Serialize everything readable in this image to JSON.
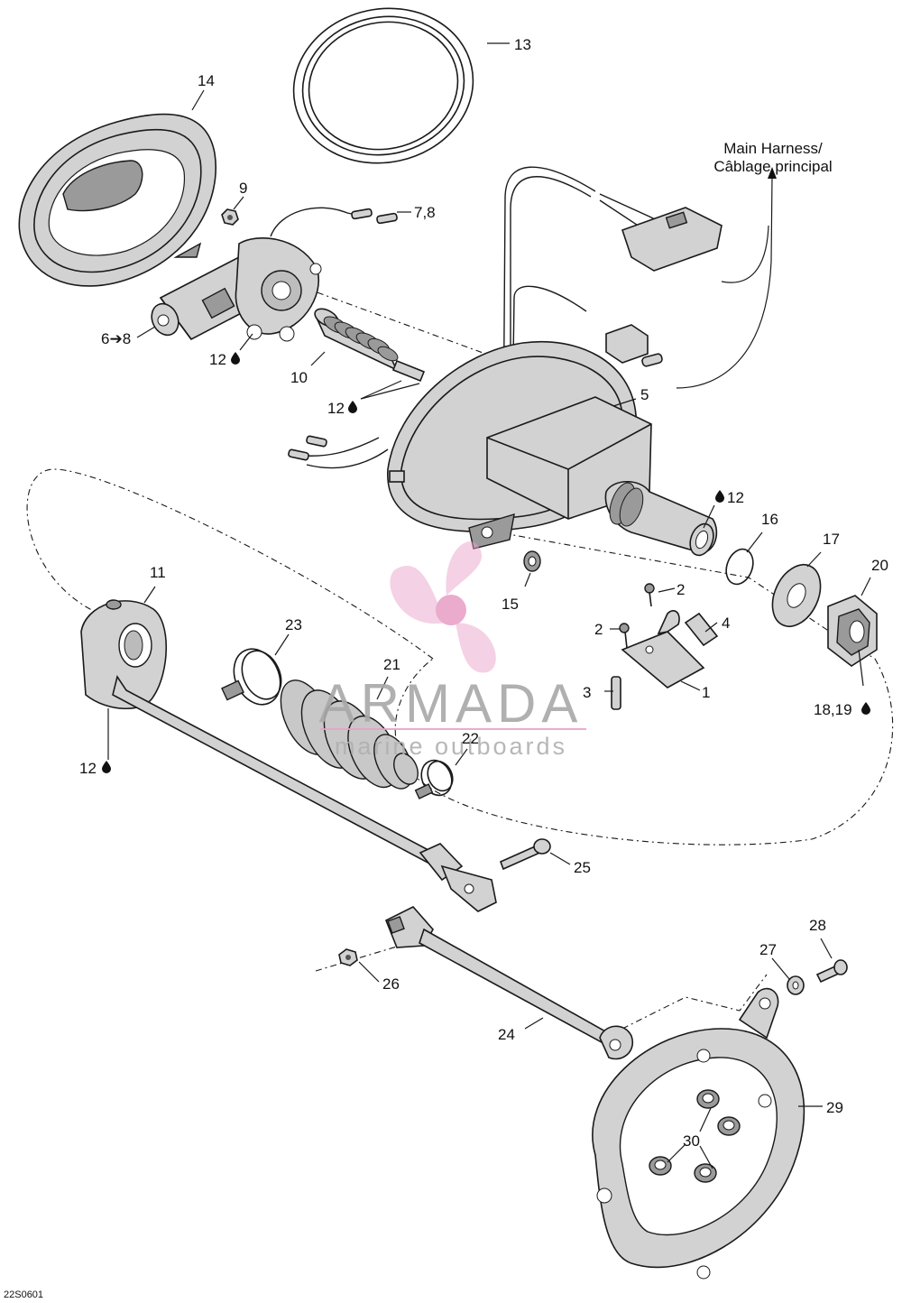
{
  "harness_label": {
    "line1": "Main Harness/",
    "line2": "Câblage principal"
  },
  "watermark": {
    "title": "ARMADA",
    "subtitle": "marine outboards",
    "accent_color": "#e8a2c8"
  },
  "figure_id": "22S0601",
  "callouts": {
    "c13": "13",
    "c14": "14",
    "c9": "9",
    "c78": "7,8",
    "c68": "6➔8",
    "c12a": "12",
    "c10": "10",
    "c12b": "12",
    "c5": "5",
    "c12c": "12",
    "c16": "16",
    "c17": "17",
    "c20": "20",
    "c11": "11",
    "c15": "15",
    "c2a": "2",
    "c2b": "2",
    "c4": "4",
    "c23": "23",
    "c21": "21",
    "c3": "3",
    "c1": "1",
    "c1819": "18,19",
    "c22": "22",
    "c12d": "12",
    "c25": "25",
    "c28": "28",
    "c27": "27",
    "c26": "26",
    "c24": "24",
    "c29": "29",
    "c30": "30"
  },
  "icons": {
    "lubricant": "oil-drop-icon"
  }
}
